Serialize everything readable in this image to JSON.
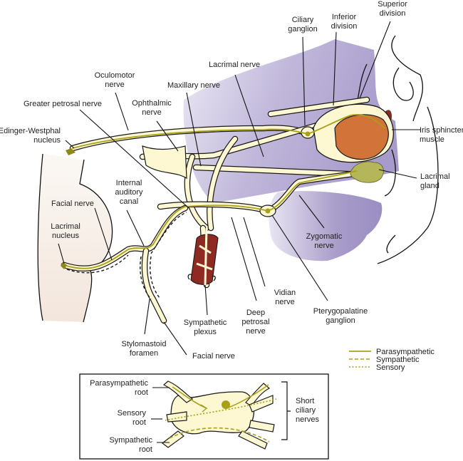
{
  "figure": {
    "colors": {
      "nerve_fill": "#fdf7d2",
      "parasympathetic": "#a8a019",
      "orbit_region": "#a89cc9",
      "eye": "#d2733a",
      "lacrimal_gland": "#b5b55a",
      "muscle": "#8f2a22",
      "brainstem": "#f7efe8"
    },
    "labels": {
      "superior_division": [
        "Superior",
        "division"
      ],
      "inferior_division": [
        "Inferior",
        "division"
      ],
      "ciliary_ganglion": [
        "Ciliary",
        "ganglion"
      ],
      "lacrimal_nerve": "Lacrimal nerve",
      "oculomotor_nerve": [
        "Oculomotor",
        "nerve"
      ],
      "maxillary_nerve": "Maxillary nerve",
      "greater_petrosal_nerve": "Greater petrosal nerve",
      "ophthalmic_nerve": [
        "Ophthalmic",
        "nerve"
      ],
      "edinger_westphal_nucleus": [
        "Edinger-Westphal",
        "nucleus"
      ],
      "iris_sphincter_muscle": [
        "Iris sphincter",
        "muscle"
      ],
      "lacrimal_gland": [
        "Lacrimal",
        "gland"
      ],
      "internal_auditory_canal": [
        "Internal",
        "auditory",
        "canal"
      ],
      "facial_nerve_upper": "Facial nerve",
      "lacrimal_nucleus": [
        "Lacrimal",
        "nucleus"
      ],
      "zygomatic_nerve": [
        "Zygomatic",
        "nerve"
      ],
      "vidian_nerve": [
        "Vidian",
        "nerve"
      ],
      "pterygopalatine_ganglion": [
        "Pterygopalatine",
        "ganglion"
      ],
      "deep_petrosal_nerve": [
        "Deep",
        "petrosal",
        "nerve"
      ],
      "sympathetic_plexus": [
        "Sympathetic",
        "plexus"
      ],
      "stylomastoid_foramen": [
        "Stylomastoid",
        "foramen"
      ],
      "facial_nerve_lower": "Facial nerve"
    },
    "legend": [
      {
        "label": "Parasympathetic",
        "style": "solid"
      },
      {
        "label": "Sympathetic",
        "style": "dashed"
      },
      {
        "label": "Sensory",
        "style": "dotted"
      }
    ],
    "inset": {
      "parasympathetic_root": [
        "Parasympathetic",
        "root"
      ],
      "sensory_root": [
        "Sensory",
        "root"
      ],
      "sympathetic_root": [
        "Sympathetic",
        "root"
      ],
      "short_ciliary_nerves": [
        "Short",
        "ciliary",
        "nerves"
      ]
    }
  }
}
